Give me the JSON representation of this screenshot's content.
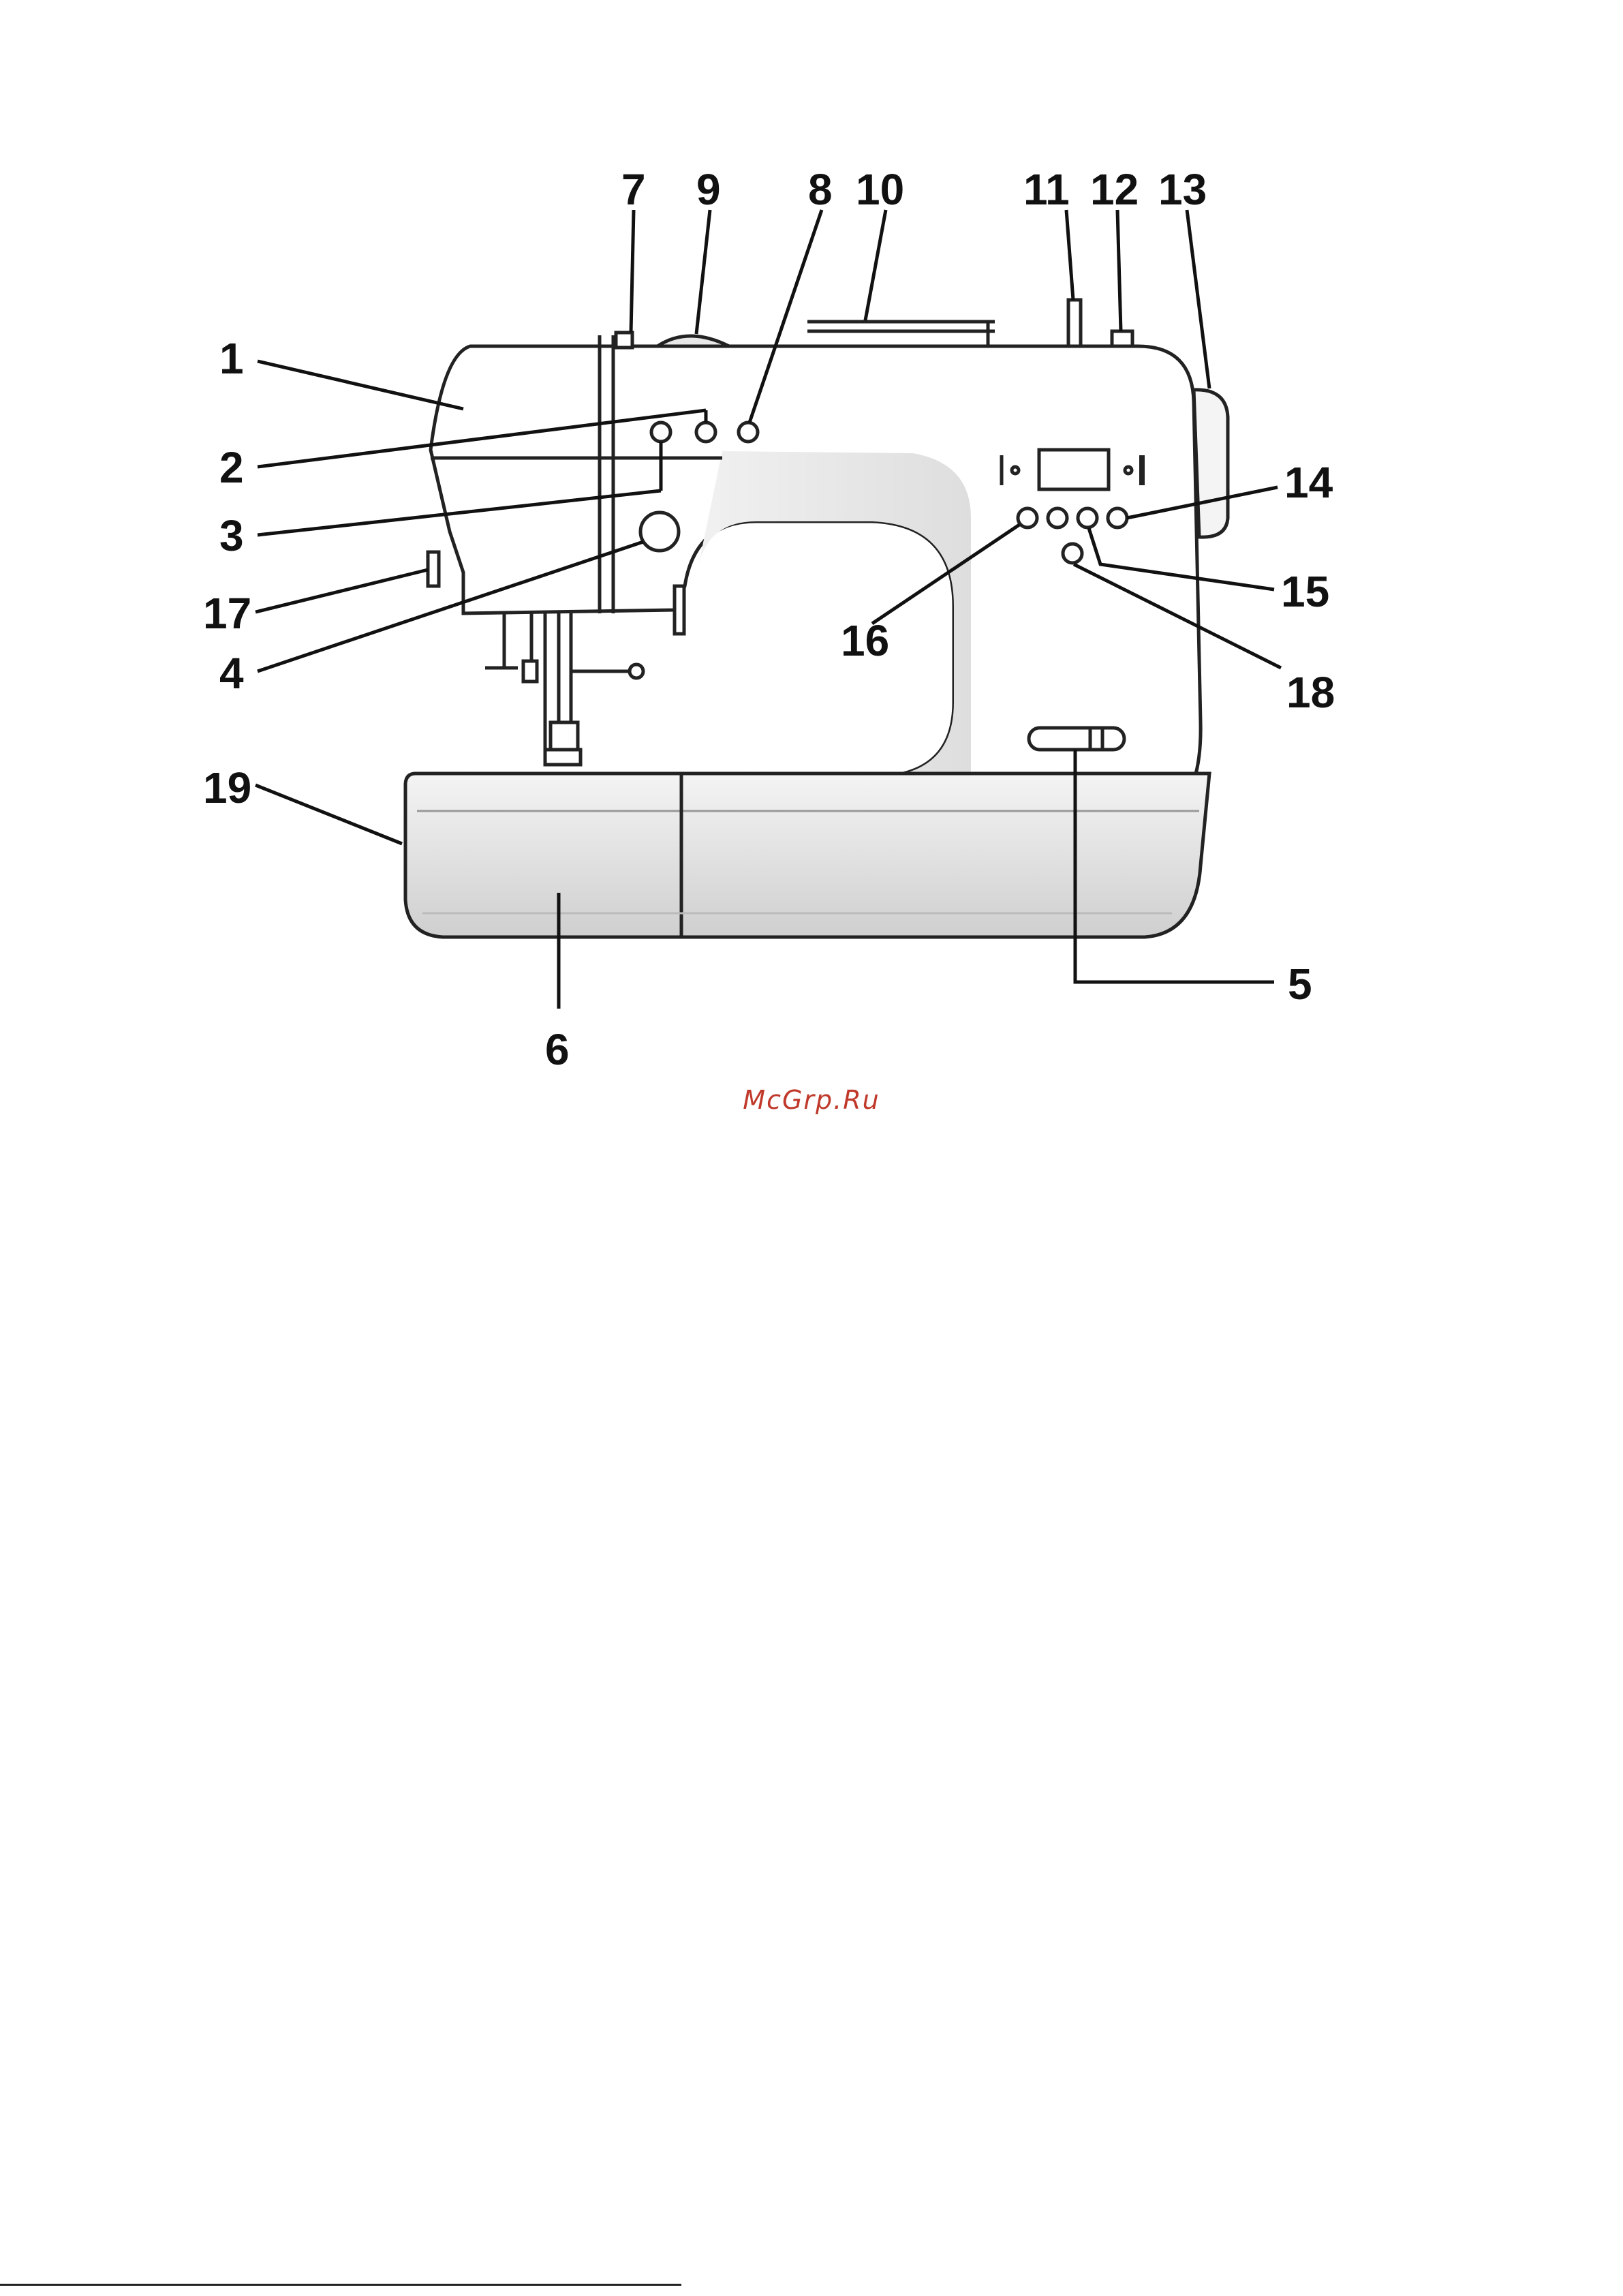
{
  "diagram": {
    "labels": [
      "1",
      "2",
      "3",
      "4",
      "5",
      "6",
      "7",
      "8",
      "9",
      "10",
      "11",
      "12",
      "13",
      "14",
      "15",
      "16",
      "17",
      "18",
      "19"
    ]
  },
  "watermark": {
    "text": "McGrp.Ru",
    "color": "#c0392b"
  },
  "colors": {
    "outline": "#222222",
    "body": "#ffffff",
    "shade": "#e6e6e6",
    "label": "#111111"
  }
}
